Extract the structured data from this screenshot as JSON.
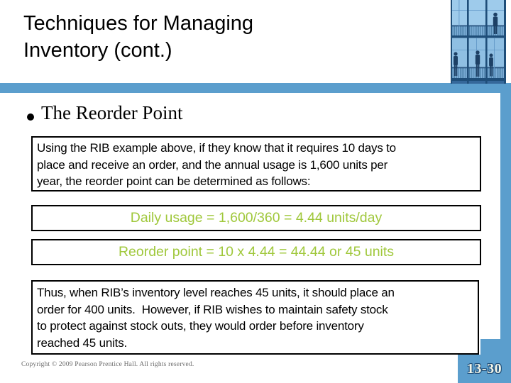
{
  "title": {
    "text": "Techniques for Managing\nInventory (cont.)"
  },
  "bullet": {
    "icon": "bullet-dot",
    "label": "The Reorder Point"
  },
  "boxes": {
    "intro": "Using the RIB example above, if they know that it requires 10 days to\nplace and receive an order, and the annual usage is 1,600 units per\nyear, the reorder point can be determined as follows:",
    "formula_daily_usage": "Daily usage = 1,600/360 = 4.44 units/day",
    "formula_reorder_point": "Reorder point = 10 x 4.44 = 44.44 or 45 units",
    "conclusion": "Thus, when RIB’s inventory level reaches 45 units, it should place an\norder for 400 units.  However, if RIB wishes to maintain safety stock\nto protect against stock outs, they would order before inventory\nreached 45 units."
  },
  "footer": {
    "copyright": "Copyright © 2009 Pearson Prentice Hall. All rights reserved.",
    "page_number": "13-30"
  },
  "decor": {
    "photo_description": "building-atrium-photo",
    "colors": {
      "accent_blue": "#5B9ECD",
      "formula_green": "#A0C83C",
      "photo_navy": "#1F4E79"
    }
  }
}
